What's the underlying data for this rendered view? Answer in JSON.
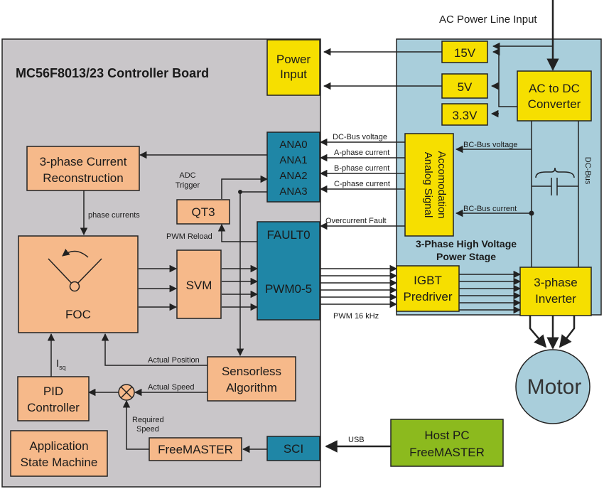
{
  "colors": {
    "controller_board": "#c9c6c9",
    "power_stage": "#a9cedb",
    "orange_block": "#f6b98a",
    "yellow_block": "#f6df00",
    "teal_block": "#1f86a6",
    "host_green": "#8cba1e",
    "motor_fill": "#a9cedb"
  },
  "labels": {
    "ac_input": "AC Power Line Input",
    "controller_title": "MC56F8013/23 Controller Board",
    "power_stage_line1": "3-Phase High Voltage",
    "power_stage_line2": "Power Stage",
    "dc_bus": "DC-Bus",
    "adc_trigger_1": "ADC",
    "adc_trigger_2": "Trigger",
    "phase_currents": "phase currents",
    "pwm_reload": "PWM Reload",
    "actual_position": "Actual Position",
    "actual_speed": "Actual Speed",
    "required_speed_1": "Required",
    "required_speed_2": "Speed",
    "isq_main": "I",
    "isq_sub": "sq",
    "pwm_freq": "PWM 16 kHz",
    "usb": "USB"
  },
  "signals": {
    "dc_bus_voltage": "DC-Bus voltage",
    "a_phase": "A-phase current",
    "b_phase": "B-phase current",
    "c_phase": "C-phase current",
    "overcurrent": "Overcurrent Fault",
    "bc_bus_voltage": "BC-Bus voltage",
    "bc_bus_current": "BC-Bus current"
  },
  "blocks": {
    "power_input_1": "Power",
    "power_input_2": "Input",
    "v15": "15V",
    "v5": "5V",
    "v33": "3.3V",
    "acdc_1": "AC to DC",
    "acdc_2": "Converter",
    "ana0": "ANA0",
    "ana1": "ANA1",
    "ana2": "ANA2",
    "ana3": "ANA3",
    "current_recon_1": "3-phase Current",
    "current_recon_2": "Reconstruction",
    "qt3": "QT3",
    "fault0": "FAULT0",
    "pwm05": "PWM0-5",
    "foc": "FOC",
    "svm": "SVM",
    "analog_sig_1": "Analog Signal",
    "analog_sig_2": "Accomodation",
    "igbt_1": "IGBT",
    "igbt_2": "Predriver",
    "inverter_1": "3-phase",
    "inverter_2": "Inverter",
    "sensorless_1": "Sensorless",
    "sensorless_2": "Algorithm",
    "pid_1": "PID",
    "pid_2": "Controller",
    "motor": "Motor",
    "freemaster": "FreeMASTER",
    "sci": "SCI",
    "host_1": "Host PC",
    "host_2": "FreeMASTER",
    "app_sm_1": "Application",
    "app_sm_2": "State Machine"
  }
}
